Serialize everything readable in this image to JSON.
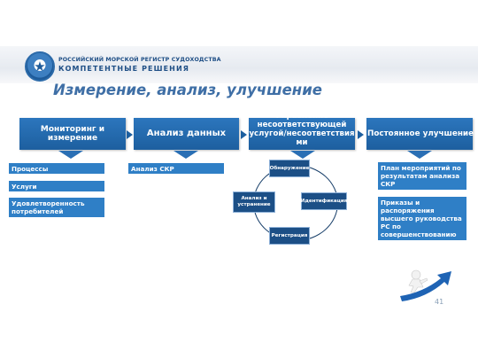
{
  "logo": {
    "line1": "РОССИЙСКИЙ МОРСКОЙ РЕГИСТР СУДОХОДСТВА",
    "line2": "КОМПЕТЕНТНЫЕ РЕШЕНИЯ"
  },
  "title": "Измерение, анализ, улучшение",
  "steps": [
    {
      "label": "Мониторинг и измерение"
    },
    {
      "label": "Анализ данных"
    },
    {
      "label": "Управление несоответствующей услугой/несоответствия ми"
    },
    {
      "label": "Постоянное улучшение"
    }
  ],
  "monitoring_items": [
    "Процессы",
    "Услуги",
    "Удовлетворенность потребителей"
  ],
  "analysis_items": [
    "Анализ СКР"
  ],
  "cycle": {
    "nodes": [
      "Обнаружение",
      "Идентификация",
      "Регистрация",
      "Анализ и устранение"
    ]
  },
  "improvement_items": [
    "План мероприятий по результатам анализа СКР",
    "Приказы и распоряжения высшего руководства РС по совершенствованию деятельности РС"
  ],
  "page_number": "41",
  "colors": {
    "step_fill": "#1d5f9f",
    "sub_fill": "#2f7fc6",
    "cycle_node_fill": "#1c4f86",
    "title_color": "#3f6fa6"
  }
}
